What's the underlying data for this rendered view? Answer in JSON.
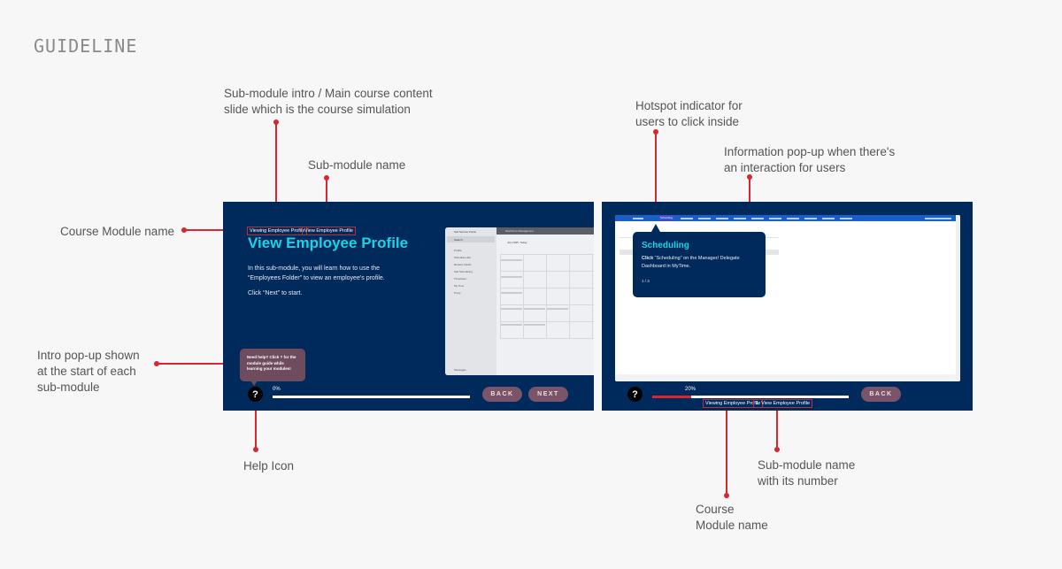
{
  "guideline_title": "GUIDELINE",
  "annotations": {
    "intro_slide": [
      "Sub-module intro / Main course content",
      "slide which is the course simulation"
    ],
    "submodule_name": "Sub-module name",
    "course_module_name": "Course Module name",
    "intro_popup": [
      "Intro pop-up shown",
      "at the start of each",
      "sub-module"
    ],
    "help_icon": "Help Icon",
    "hotspot": [
      "Hotspot indicator for",
      "users to click inside"
    ],
    "info_popup": [
      "Information pop-up when there's",
      "an interaction for users"
    ],
    "course_module_name_2": [
      "Course",
      "Module name"
    ],
    "submodule_name_number": [
      "Sub-module name",
      "with its number"
    ]
  },
  "slide_intro": {
    "course_module": "Viewing Employee Profile",
    "submodule": "View Employee Profile",
    "title": "View Employee Profile",
    "body": [
      "In this sub-module, you will learn how to use the",
      "“Employees Folder” to view an employee’s profile."
    ],
    "cta": "Click “Next” to start.",
    "popup_text": "Need help? Click ? for the module guide while learning your modules!",
    "progress_label": "0%",
    "progress": 0,
    "back": "BACK",
    "next": "NEXT",
    "help": "?",
    "mock": {
      "app": "Self Service Portal",
      "header": "Workforce Management",
      "search": "Search",
      "month": "July 2025",
      "today": "Today",
      "menu": [
        "Profile",
        "Schedule Hub",
        "Review Clocks",
        "Self Scheduling",
        "Timesheet",
        "My Time",
        "Proxy"
      ],
      "footer": "Messages"
    }
  },
  "slide_sim": {
    "tab": "Scheduling",
    "popup_title": "Scheduling",
    "popup_bold": "Click",
    "popup_body": " “Scheduling” on the Manager/ Delegate Dashboard in MyTime.",
    "popup_step": "1 / 3",
    "progress_label": "20%",
    "progress": 20,
    "back": "BACK",
    "help": "?",
    "course_module": "Viewing Employee Profile",
    "submodule": "1. View Employee Profile"
  },
  "colors": {
    "navy": "#002a5c",
    "accent_red": "#d9262f",
    "title_cyan": "#19d3e6",
    "button_mauve": "#7a5468",
    "nav_blue": "#1a5fc8"
  }
}
